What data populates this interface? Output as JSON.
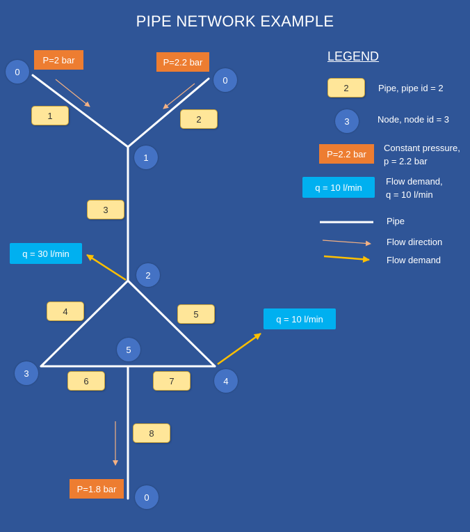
{
  "title": "PIPE NETWORK EXAMPLE",
  "legend": {
    "title": "LEGEND",
    "pipe_id_sample": "2",
    "pipe_id_text": "Pipe, pipe id = 2",
    "node_id_sample": "3",
    "node_id_text": "Node, node id = 3",
    "pressure_sample": "P=2.2 bar",
    "pressure_text_1": "Constant pressure,",
    "pressure_text_2": "p  = 2.2 bar",
    "demand_sample": "q = 10 l/min",
    "demand_text_1": "Flow demand,",
    "demand_text_2": "q  = 10 l/min",
    "pipe_line_text": "Pipe",
    "flow_direction_text": "Flow direction",
    "flow_demand_text": "Flow demand"
  },
  "pipes": [
    "1",
    "2",
    "3",
    "4",
    "5",
    "6",
    "7",
    "8"
  ],
  "nodes": {
    "top_left": "0",
    "top_right": "0",
    "n1": "1",
    "n2": "2",
    "n3": "3",
    "n4": "4",
    "n5": "5",
    "bottom": "0"
  },
  "pressures": {
    "top_left": "P=2 bar",
    "top_right": "P=2.2 bar",
    "bottom": "P=1.8 bar"
  },
  "demands": {
    "left": "q = 30 l/min",
    "right": "q = 10 l/min"
  },
  "colors": {
    "background": "#2f5597",
    "pipe": "#ffffff",
    "pipe_label": "#ffe699",
    "node": "#4472c4",
    "pressure": "#ed7d31",
    "demand": "#00b0f0",
    "flow_direction_arrow": "#f4b183",
    "flow_demand_arrow": "#ffc000"
  }
}
